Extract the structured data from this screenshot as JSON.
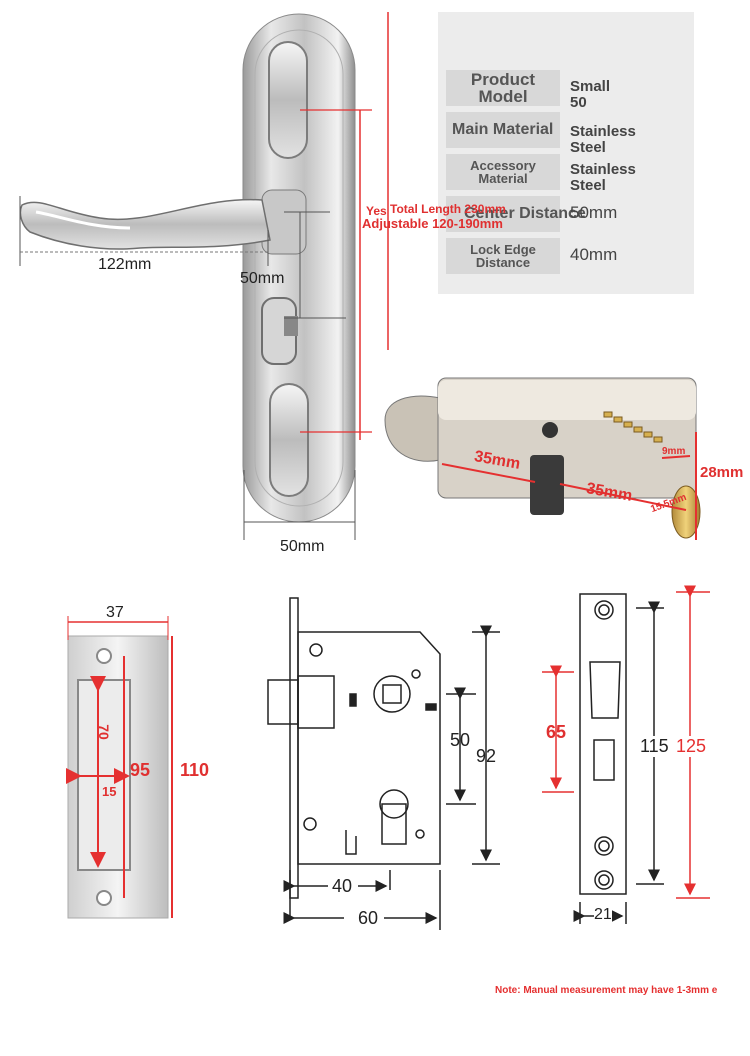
{
  "spec_table": {
    "rows": [
      {
        "label": "Product\nModel",
        "value": "Small\n50"
      },
      {
        "label": "Main Material",
        "value": "Stainless\nSteel"
      },
      {
        "label": "Accessory\nMaterial",
        "value": "Stainless\nSteel"
      },
      {
        "label": "Center Distance",
        "value": "50mm"
      },
      {
        "label": "Lock Edge\nDistance",
        "value": "40mm"
      }
    ]
  },
  "overlay": {
    "yes": "Yes",
    "total_length": "Total Length 230mm",
    "adjustable": "Adjustable 120-190mm"
  },
  "handle_dims": {
    "handle_length": "122mm",
    "center": "50mm",
    "plate_width": "50mm"
  },
  "cylinder_dims": {
    "left": "35mm",
    "right": "35mm",
    "height": "28mm",
    "small": "9mm",
    "bottom": "15.5mm"
  },
  "strike_plate": {
    "width": "37",
    "inner_height": "70",
    "inner_width": "15",
    "hole_spacing": "95",
    "height": "110"
  },
  "lock_body": {
    "center": "50",
    "height": "92",
    "backset": "40",
    "width": "60"
  },
  "face_plate": {
    "opening": "65",
    "hole_spacing": "115",
    "height": "125",
    "width": "21"
  },
  "note": "Note: Manual measurement may have 1-3mm e",
  "colors": {
    "accent_red": "#e53030",
    "panel_grey": "#ececec",
    "label_grey": "#d8d8d8"
  }
}
